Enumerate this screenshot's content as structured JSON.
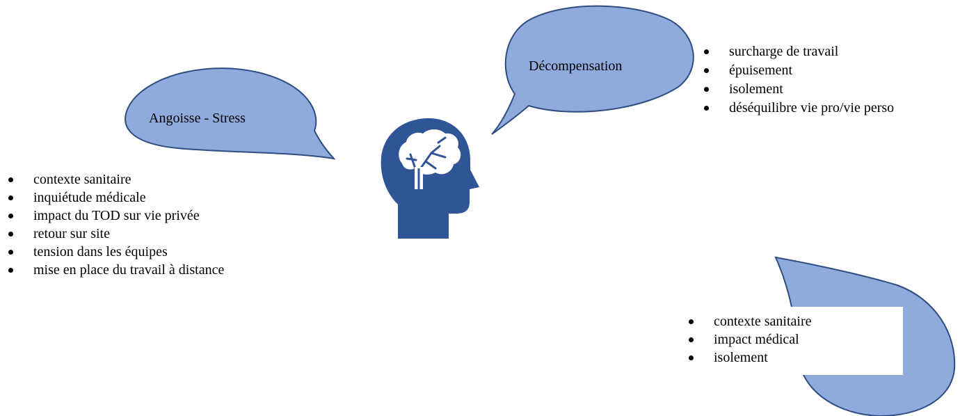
{
  "colors": {
    "bubble_fill": "#8faadc",
    "bubble_stroke": "#2f4d80",
    "head_icon": "#2f5597"
  },
  "icons": {
    "head": "head-with-brain-icon"
  },
  "bubbles": {
    "angoisse": {
      "label": "Angoisse - Stress"
    },
    "decompensation": {
      "label": "Décompensation"
    },
    "bottom": {
      "label": ""
    }
  },
  "lists": {
    "angoisse_items": [
      "contexte sanitaire",
      "inquiétude médicale",
      "impact du TOD sur vie privée",
      "retour sur site",
      "tension dans les équipes",
      "mise en place du travail à distance"
    ],
    "decompensation_items": [
      "surcharge de travail",
      "épuisement",
      "isolement",
      "déséquilibre vie pro/vie perso"
    ],
    "bottom_items": [
      "contexte sanitaire",
      "impact médical",
      "isolement"
    ]
  }
}
